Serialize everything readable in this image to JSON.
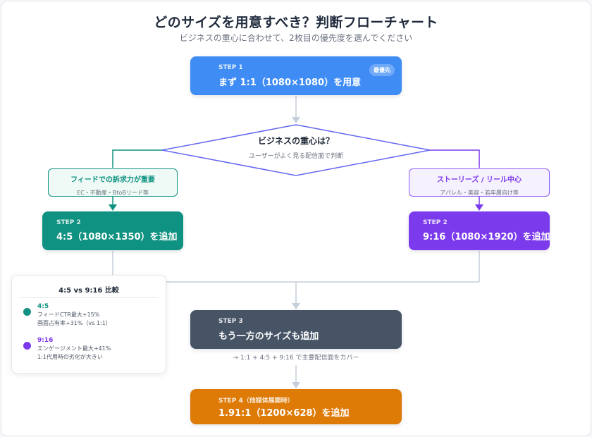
{
  "title": "どのサイズを用意すべき？判断フローチャート",
  "subtitle": "ビジネスの重心に合わせて、2枚目の優先度を選んでください",
  "step1": {
    "label": "STEP 1",
    "text": "まず 1:1（1080×1080）を用意",
    "badge": "最優先"
  },
  "decision": {
    "title": "ビジネスの重心は？",
    "sub": "ユーザーがよく見る配信面で判断"
  },
  "left_condition": {
    "title": "フィードでの訴求力が重要",
    "sub": "EC・不動産・BtoBリード等"
  },
  "right_condition": {
    "title": "ストーリーズ / リール中心",
    "sub": "アパレル・美容・若年層向け等"
  },
  "step2_left": {
    "label": "STEP 2",
    "text": "4:5（1080×1350）を追加"
  },
  "step2_right": {
    "label": "STEP 2",
    "text": "9:16（1080×1920）を追加"
  },
  "compare": {
    "title": "4:5 vs 9:16 比較",
    "items": [
      {
        "name": "4:5",
        "line1": "フィードCTR最大+15%",
        "line2": "画面占有率+31%（vs 1:1）"
      },
      {
        "name": "9:16",
        "line1": "エンゲージメント最大+41%",
        "line2": "1:1代用時の劣化が大きい"
      }
    ]
  },
  "step3": {
    "label": "STEP 3",
    "text": "もう一方のサイズも追加"
  },
  "step3_caption": "→ 1:1 + 4:5 + 9:16 で主要配信面をカバー",
  "step4": {
    "label": "STEP 4（他媒体展開時）",
    "text": "1.91:1（1200×628）を追加"
  },
  "colors": {
    "blue": "#3f8cf5",
    "teal": "#0f9281",
    "purple": "#7c3aed",
    "slate": "#475466",
    "orange": "#de7a06",
    "diamond_border": "#6366f1",
    "connector": "#c5ced9"
  }
}
